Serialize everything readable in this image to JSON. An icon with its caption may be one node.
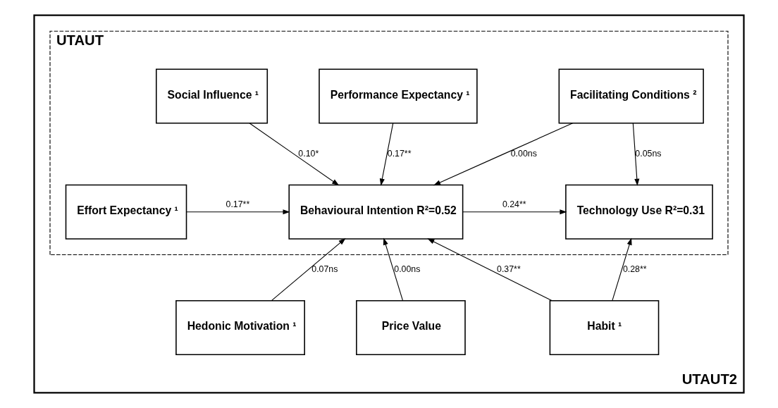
{
  "diagram": {
    "nodes": [
      {
        "text": [
          "UTAUT2"
        ]
      },
      {
        "text": [
          "UTAUT"
        ],
        "in": 0
      },
      {
        "text": [
          "Performance Expectancy ¹"
        ],
        "in": 1
      },
      {
        "text": [
          "Social Influence ¹"
        ],
        "in": 1
      },
      {
        "text": [
          "Facilitating Conditions ²"
        ],
        "in": 1
      },
      {
        "text": [
          "Effort Expectancy ¹"
        ],
        "in": 1
      },
      {
        "text": [
          "Behavioural Intention R²=0.52"
        ],
        "in": 1
      },
      {
        "text": [
          "Technology Use R²=0.31"
        ],
        "in": 1
      },
      {
        "text": [
          "Hedonic Motivation ¹"
        ],
        "in": 0
      },
      {
        "text": [
          "Price Value"
        ],
        "in": 0
      },
      {
        "text": [
          "Habit ¹"
        ],
        "in": 0
      }
    ],
    "edges": [
      {
        "from": 2,
        "to": 6,
        "arrow": "to",
        "label": "0.17**"
      },
      {
        "from": 3,
        "to": 6,
        "arrow": "to",
        "label": "0.10*"
      },
      {
        "from": 4,
        "to": 6,
        "arrow": "to",
        "label": "0.00ns"
      },
      {
        "from": 4,
        "to": 7,
        "arrow": "to",
        "label": "0.05ns"
      },
      {
        "from": 5,
        "to": 6,
        "arrow": "to",
        "label": "0.17**"
      },
      {
        "from": 6,
        "to": 7,
        "arrow": "to",
        "label": "0.24**"
      },
      {
        "from": 8,
        "to": 6,
        "arrow": "to",
        "label": "0.07ns"
      },
      {
        "from": 9,
        "to": 6,
        "arrow": "to",
        "label": "0.00ns"
      },
      {
        "from": 10,
        "to": 6,
        "arrow": "to",
        "label": "0.37**"
      },
      {
        "from": 10,
        "to": 7,
        "arrow": "to",
        "label": "0.28**"
      }
    ]
  }
}
